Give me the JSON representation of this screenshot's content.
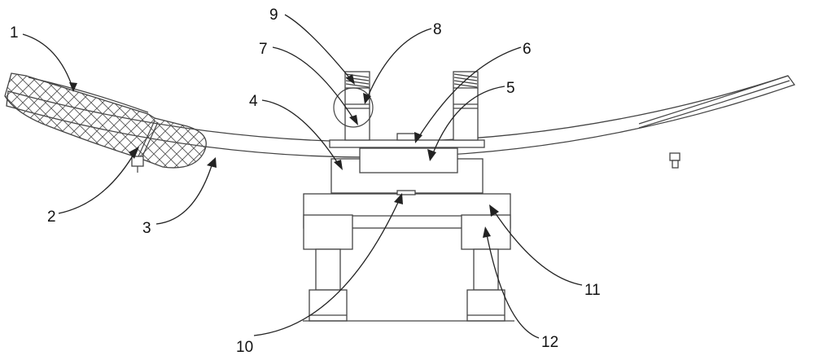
{
  "labels": {
    "l1": "1",
    "l2": "2",
    "l3": "3",
    "l4": "4",
    "l5": "5",
    "l6": "6",
    "l7": "7",
    "l8": "8",
    "l9": "9",
    "l10": "10",
    "l11": "11",
    "l12": "12"
  },
  "colors": {
    "line": "#444444",
    "label": "#111111",
    "background": "#ffffff"
  }
}
